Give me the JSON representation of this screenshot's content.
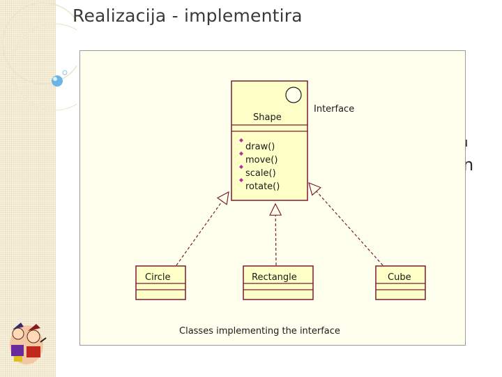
{
  "slide": {
    "title": "Realizacija - implementira",
    "background_text_fragments": [
      "u",
      "n"
    ]
  },
  "diagram": {
    "interface": {
      "name": "Shape",
      "stereotype_label": "Interface",
      "operations": [
        "draw()",
        "move()",
        "scale()",
        "rotate()"
      ]
    },
    "classes": [
      "Circle",
      "Rectangle",
      "Cube"
    ],
    "caption": "Classes implementing the interface"
  },
  "colors": {
    "class_border": "#7a1a33",
    "class_fill": "#ffffc8",
    "diagram_bg": "#ffffee",
    "operation_bullet": "#b0309a",
    "side_strip": "#f6f0dc",
    "orb": "#6ab4e6"
  },
  "icons": [
    "decorative-orb-icon",
    "clipart-figures-icon",
    "interface-lollipop-icon"
  ]
}
